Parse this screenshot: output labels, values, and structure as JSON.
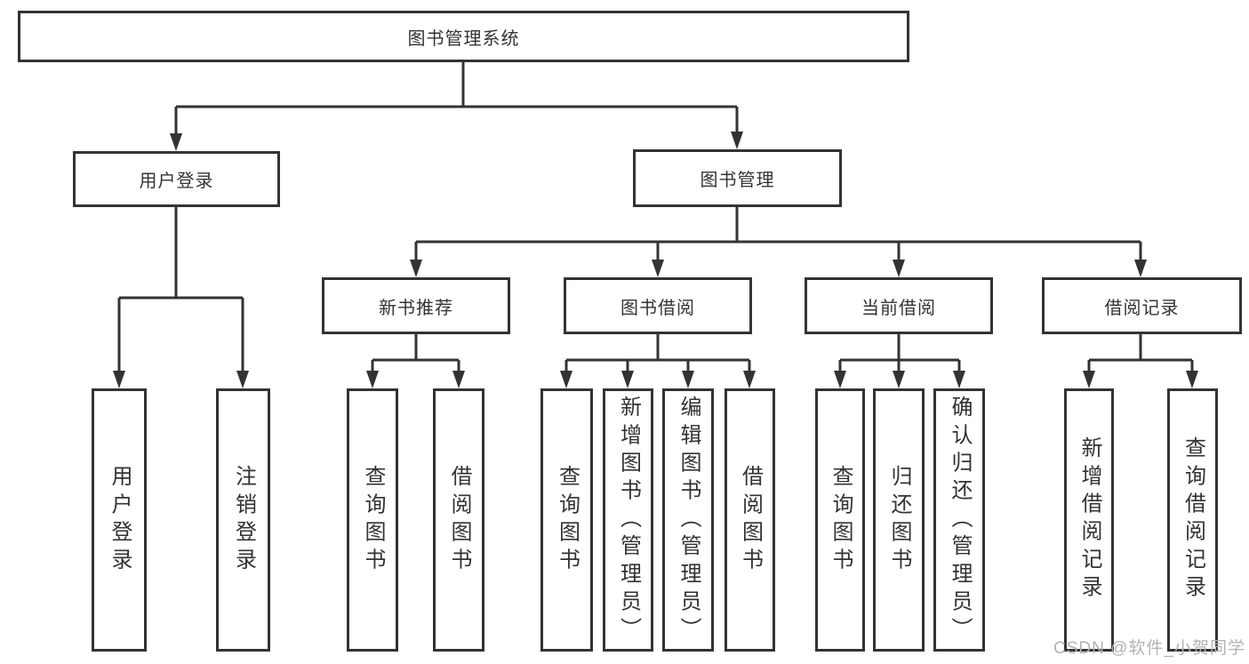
{
  "diagram": {
    "tree": {
      "label": "图书管理系统",
      "children": [
        {
          "label": "用户登录",
          "children": [
            {
              "label": "用户登录"
            },
            {
              "label": "注销登录"
            }
          ]
        },
        {
          "label": "图书管理",
          "children": [
            {
              "label": "新书推荐",
              "children": [
                {
                  "label": "查询图书"
                },
                {
                  "label": "借阅图书"
                }
              ]
            },
            {
              "label": "图书借阅",
              "children": [
                {
                  "label": "查询图书"
                },
                {
                  "label": "新增图书（管理员）"
                },
                {
                  "label": "编辑图书（管理员）"
                },
                {
                  "label": "借阅图书"
                }
              ]
            },
            {
              "label": "当前借阅",
              "children": [
                {
                  "label": "查询图书"
                },
                {
                  "label": "归还图书"
                },
                {
                  "label": "确认归还（管理员）"
                }
              ]
            },
            {
              "label": "借阅记录",
              "children": [
                {
                  "label": "新增借阅记录"
                },
                {
                  "label": "查询借阅记录"
                }
              ]
            }
          ]
        }
      ]
    },
    "colors": {
      "line": "#333333",
      "text": "#333333",
      "background": "#ffffff",
      "watermark": "#b3b3b3"
    }
  },
  "watermark": "CSDN @软件_小贺同学"
}
